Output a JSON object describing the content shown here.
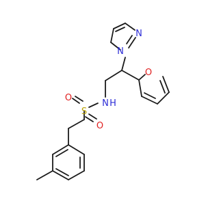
{
  "colors": {
    "bond": "#1a1a1a",
    "nitrogen": "#2b2bd6",
    "oxygen": "#e02020",
    "sulfur": "#b8a000",
    "background": "#ffffff"
  },
  "atoms": {
    "n_amine": "N",
    "h_amine": "H",
    "s_sulfonyl": "S",
    "o_sulfonyl_top": "O",
    "o_sulfonyl_bottom": "O",
    "n_pyrazole_1": "N",
    "n_pyrazole_2": "N",
    "o_furan": "O"
  }
}
